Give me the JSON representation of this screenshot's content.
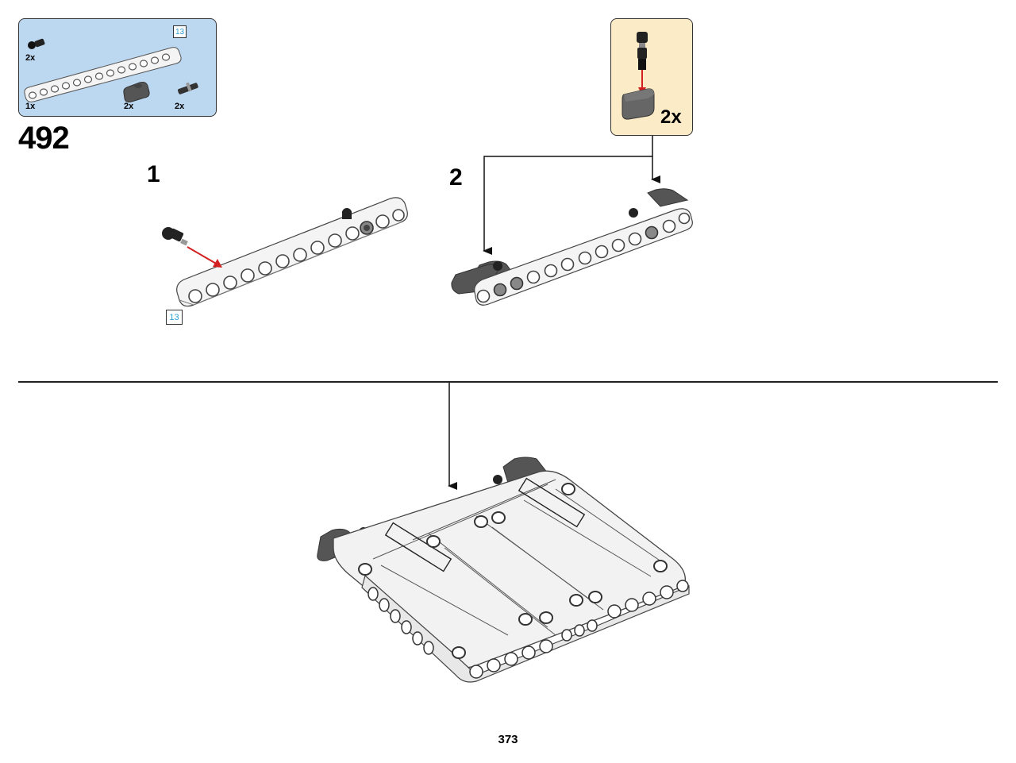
{
  "parts_list": {
    "items": [
      {
        "qty": "2x",
        "part": "axle-pin-connector-black"
      },
      {
        "qty": "1x",
        "part": "liftarm-13-white",
        "length_badge": "13"
      },
      {
        "qty": "2x",
        "part": "axle-connector-dark-gray"
      },
      {
        "qty": "2x",
        "part": "pin-with-axle-black"
      }
    ]
  },
  "step": {
    "number": "492",
    "substeps": [
      {
        "label": "1",
        "length_badge": "13"
      },
      {
        "label": "2"
      }
    ]
  },
  "callout": {
    "qty": "2x"
  },
  "page": {
    "number": "373"
  },
  "colors": {
    "parts_box_bg": "#bcd7f0",
    "callout_bg": "#fcebc7",
    "arrow_red": "#d32020",
    "badge_text": "#2a9fd6",
    "beam_white": "#f4f4f4",
    "part_dark_gray": "#555555"
  }
}
